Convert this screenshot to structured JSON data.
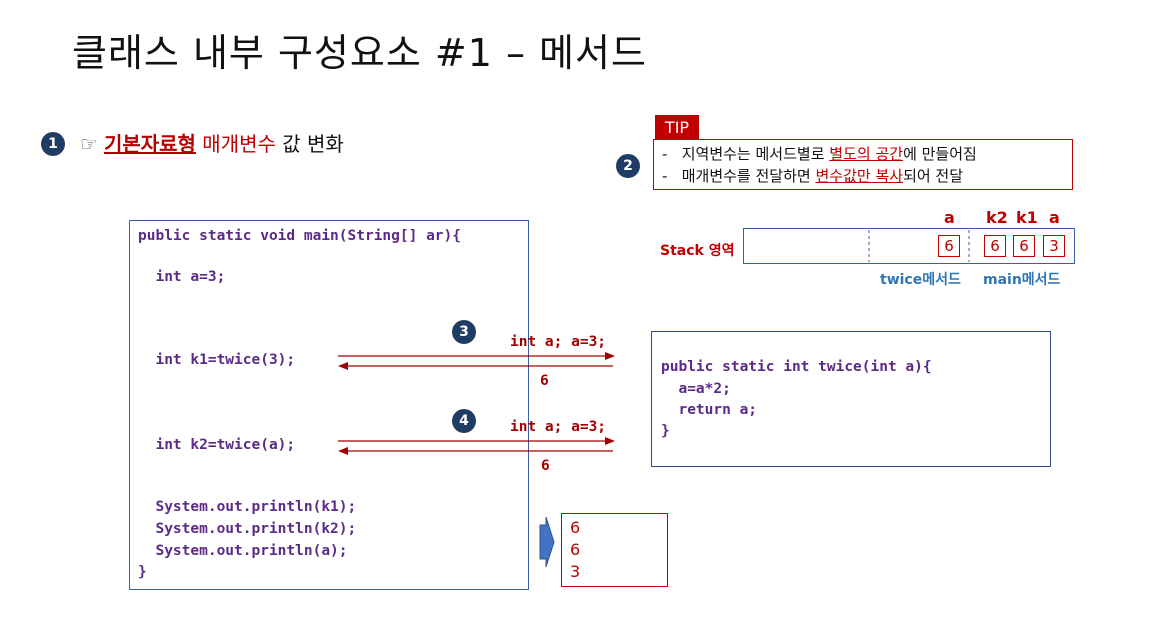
{
  "title": "클래스 내부 구성요소 #1 – 메서드",
  "badges": [
    "1",
    "2",
    "3",
    "4"
  ],
  "subtitle": {
    "hand": "☞",
    "keyword": "기본자료형",
    "param": "매개변수",
    "rest": " 값 변화"
  },
  "tip": {
    "label": "TIP",
    "line1": {
      "dash": "-",
      "pre": "지역변수는 메서드별로 ",
      "u": "별도의 공간",
      "post": "에 만들어짐"
    },
    "line2": {
      "dash": "-",
      "pre": "매개변수를 전달하면 ",
      "u": "변수값만 복사",
      "post": "되어 전달"
    }
  },
  "main_code": [
    "public static void main(String[] ar){",
    "  int a=3;",
    "  int k1=twice(3);",
    "  int k2=twice(a);",
    "  System.out.println(k1);",
    "  System.out.println(k2);",
    "  System.out.println(a);",
    "}"
  ],
  "twice_code": [
    "public static int twice(int a){",
    "  a=a*2;",
    "  return a;",
    "}"
  ],
  "calls": [
    {
      "send": "int a; a=3;",
      "ret": "6"
    },
    {
      "send": "int a; a=3;",
      "ret": "6"
    }
  ],
  "stack": {
    "label": "Stack 영역",
    "headers": [
      "a",
      "k2",
      "k1",
      "a"
    ],
    "values": [
      "6",
      "6",
      "6",
      "3"
    ],
    "frames": [
      "twice메서드",
      "main메서드"
    ]
  },
  "output": [
    "6",
    "6",
    "3"
  ],
  "colors": {
    "accent_red": "#c00000",
    "code_purple": "#5b2a86",
    "badge_navy": "#1f3d64",
    "frame_blue": "#2e75b6"
  }
}
